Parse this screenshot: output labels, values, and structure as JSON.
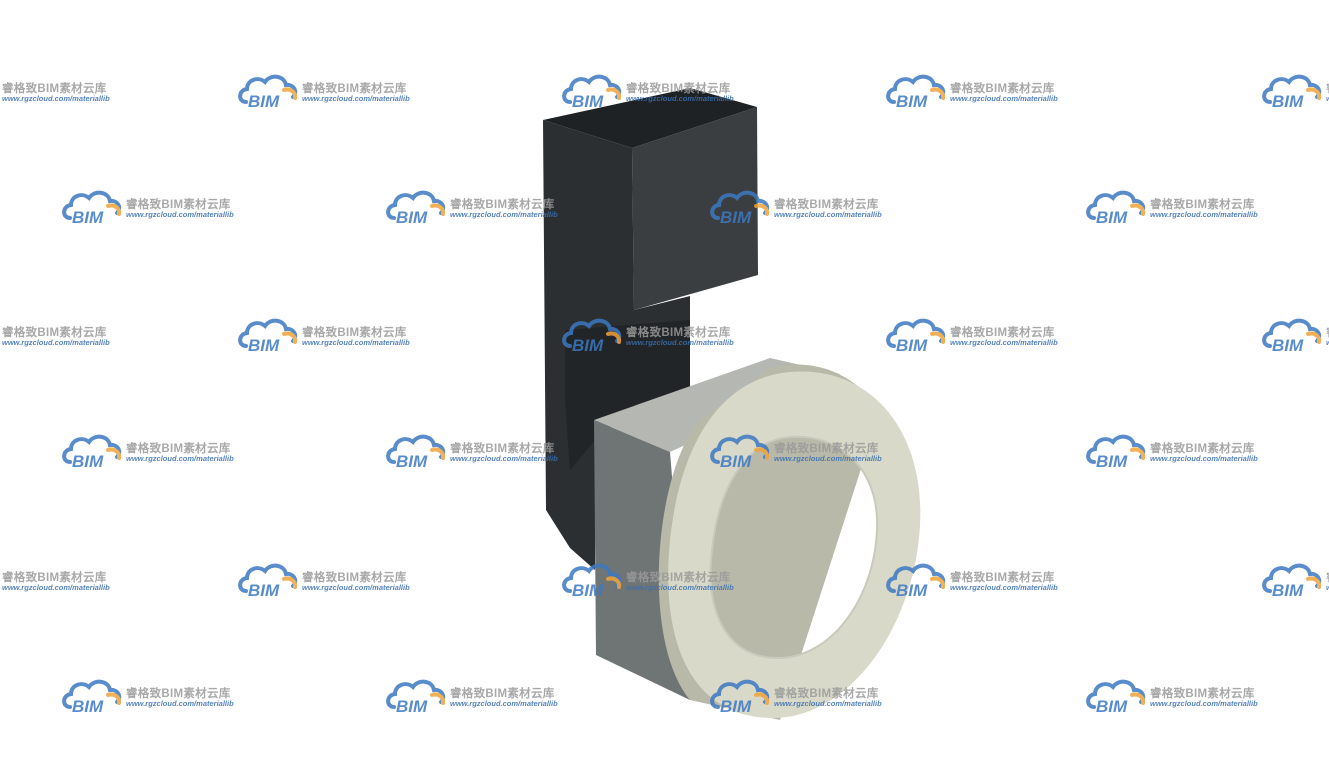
{
  "scene": {
    "subject": "3D model render",
    "background_color": "#ffffff",
    "colors": {
      "dark_block_top": "#1f2224",
      "dark_block_front": "#2b2f31",
      "dark_block_right": "#3a3e40",
      "gray_block_top": "#b5b7b2",
      "gray_block_front": "#6f7474",
      "ring_face": "#d8d9c9",
      "ring_side": "#b8b9a9"
    }
  },
  "watermark": {
    "logo_text": "BIM",
    "brand_text": "睿格致BIM素材云库",
    "url_text": "www.rgzcloud.com/materiallib",
    "colors": {
      "logo_blue": "#3d78c2",
      "logo_orange": "#f0a33a",
      "text_gray": "#9a9a9a"
    }
  }
}
